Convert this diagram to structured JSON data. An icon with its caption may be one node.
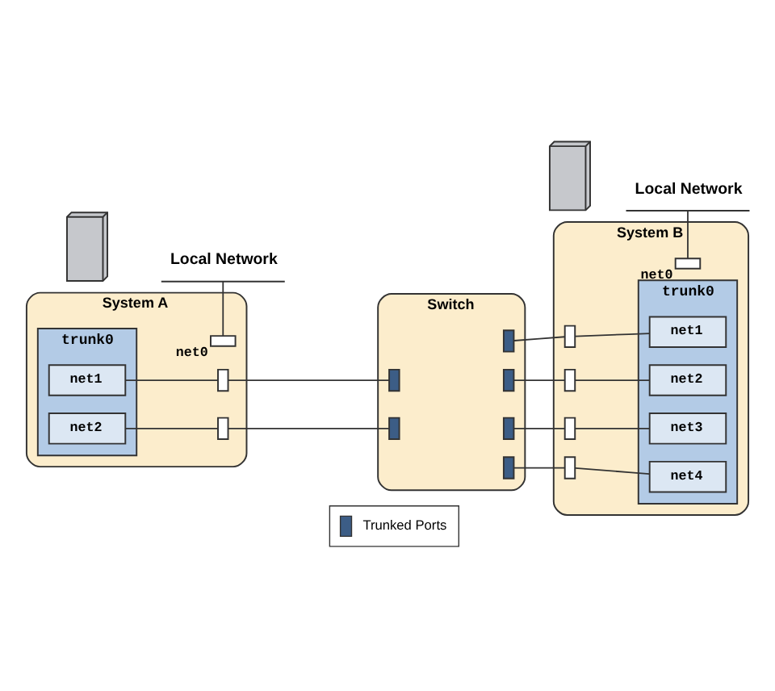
{
  "diagram": {
    "nodes": [
      {
        "text": [
          "Local Network"
        ]
      },
      {
        "text": [],
        "shape": "picture"
      },
      {
        "text": [
          "System A"
        ]
      },
      {
        "text": [],
        "shape": "box",
        "beside": [
          "net0"
        ],
        "in": 2
      },
      {
        "text": [
          "trunk0"
        ],
        "in": 2
      },
      {
        "text": [
          "net1"
        ],
        "in": 4
      },
      {
        "text": [
          "net2"
        ],
        "in": 4
      },
      {
        "text": [],
        "shape": "box",
        "in": 2
      },
      {
        "text": [],
        "shape": "box",
        "in": 2
      },
      {
        "text": [
          "Switch"
        ]
      },
      {
        "text": [],
        "shape": "box",
        "in": 9
      },
      {
        "text": [],
        "shape": "box",
        "in": 9
      },
      {
        "text": [],
        "shape": "box",
        "in": 9
      },
      {
        "text": [],
        "shape": "box",
        "in": 9
      },
      {
        "text": [],
        "shape": "box",
        "in": 9
      },
      {
        "text": [],
        "shape": "box",
        "in": 9
      },
      {
        "text": [
          "Local Network"
        ]
      },
      {
        "text": [],
        "shape": "picture"
      },
      {
        "text": [
          "System B"
        ]
      },
      {
        "text": [],
        "shape": "box",
        "beside": [
          "net0"
        ],
        "in": 18
      },
      {
        "text": [
          "trunk0"
        ],
        "in": 18
      },
      {
        "text": [
          "net1"
        ],
        "in": 20
      },
      {
        "text": [
          "net2"
        ],
        "in": 20
      },
      {
        "text": [
          "net3"
        ],
        "in": 20
      },
      {
        "text": [
          "net4"
        ],
        "in": 20
      },
      {
        "text": [],
        "shape": "box",
        "in": 18
      },
      {
        "text": [],
        "shape": "box",
        "in": 18
      },
      {
        "text": [],
        "shape": "box",
        "in": 18
      },
      {
        "text": [],
        "shape": "box",
        "in": 18
      }
    ],
    "edges": [
      {
        "from": 0,
        "to": 3,
        "arrow": "none"
      },
      {
        "from": 5,
        "to": 7,
        "arrow": "none"
      },
      {
        "from": 7,
        "to": 10,
        "arrow": "none"
      },
      {
        "from": 6,
        "to": 8,
        "arrow": "none"
      },
      {
        "from": 8,
        "to": 11,
        "arrow": "none"
      },
      {
        "from": 16,
        "to": 19,
        "arrow": "none"
      },
      {
        "from": 12,
        "to": 25,
        "arrow": "none"
      },
      {
        "from": 25,
        "to": 21,
        "arrow": "none"
      },
      {
        "from": 13,
        "to": 26,
        "arrow": "none"
      },
      {
        "from": 26,
        "to": 22,
        "arrow": "none"
      },
      {
        "from": 14,
        "to": 27,
        "arrow": "none"
      },
      {
        "from": 27,
        "to": 23,
        "arrow": "none"
      },
      {
        "from": 15,
        "to": 28,
        "arrow": "none"
      },
      {
        "from": 28,
        "to": 24,
        "arrow": "none"
      }
    ],
    "legend": [
      {
        "text": "Trunked Ports",
        "color": "#3c5d86"
      }
    ]
  }
}
